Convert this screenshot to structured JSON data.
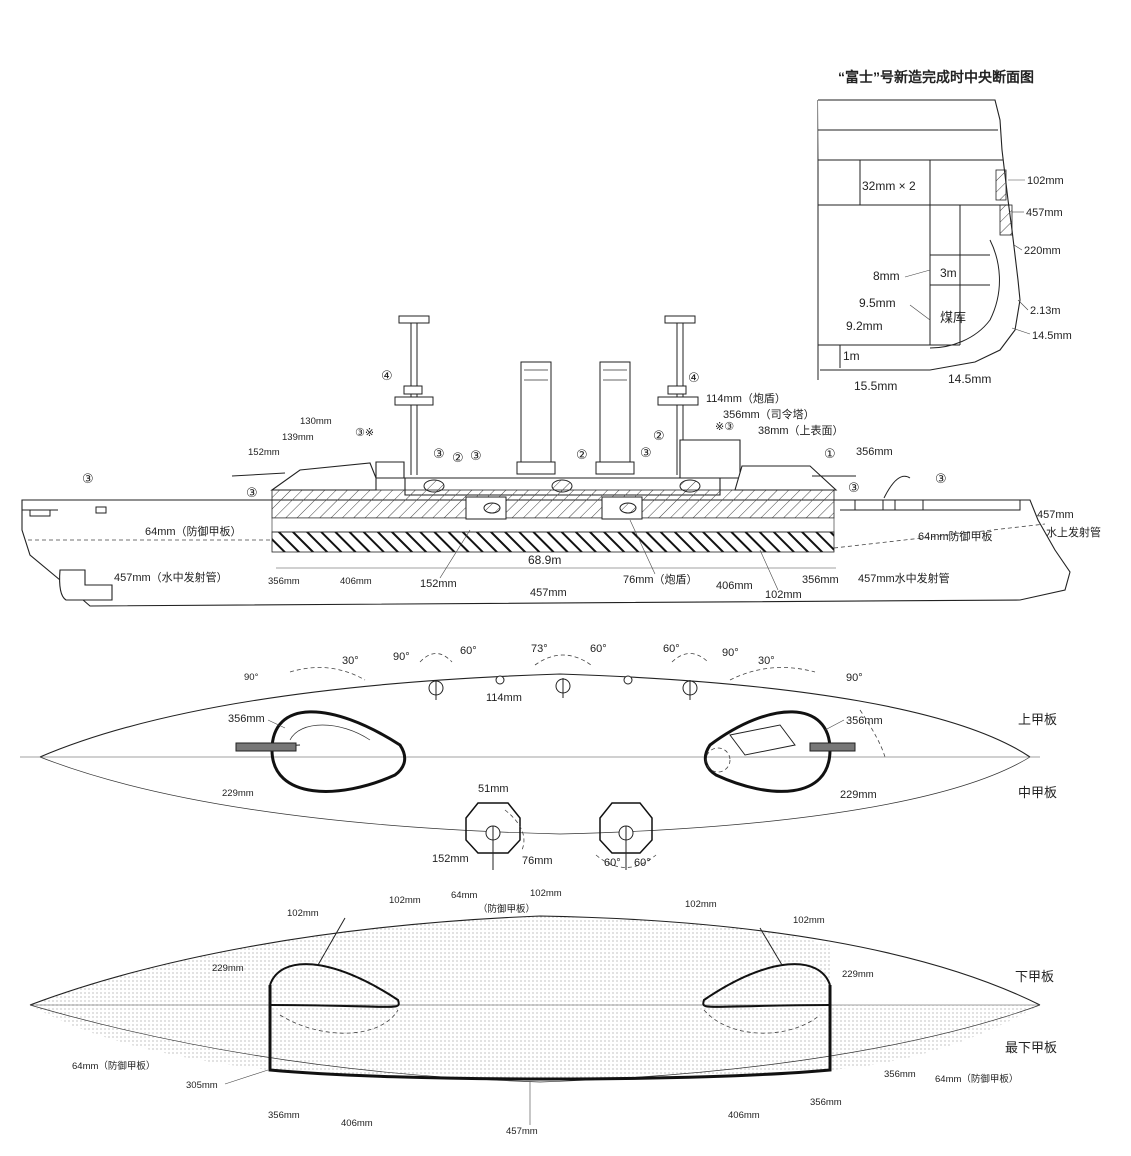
{
  "section": {
    "title": "“富士”号新造完成时中央断面图",
    "labels": {
      "l_32x2": "32mm × 2",
      "l_102": "102mm",
      "l_457": "457mm",
      "l_220": "220mm",
      "l_8": "8mm",
      "l_3m": "3m",
      "l_95": "9.5mm",
      "l_coal": "煤库",
      "l_213": "2.13m",
      "l_92": "9.2mm",
      "l_145a": "14.5mm",
      "l_1m": "1m",
      "l_155": "15.5mm",
      "l_145b": "14.5mm"
    }
  },
  "profile": {
    "circled_numbers": {
      "n1": "①",
      "n2": "②",
      "n3": "③",
      "n4": "④"
    },
    "labels": {
      "l_130": "130mm",
      "l_139": "139mm",
      "l_152a": "152mm",
      "l_3x": "③※",
      "l_114": "114mm（炮盾）",
      "l_356ct": "356mm（司令塔）",
      "l_38": "38mm（上表面）",
      "l_356r": "356mm",
      "l_x3": "※③",
      "l_64a": "64mm（防御甲板）",
      "l_64b": "64mm防御甲板",
      "l_457a": "457mm",
      "l_above": "水上发射管",
      "l_68": "68.9m",
      "l_457tor": "457mm（水中发射管）",
      "l_356b": "356mm",
      "l_406": "406mm",
      "l_152b": "152mm",
      "l_457b": "457mm",
      "l_76": "76mm（炮盾）",
      "l_406b": "406mm",
      "l_102": "102mm",
      "l_356c": "356mm",
      "l_457tor2": "457mm水中发射管"
    }
  },
  "plan_upper": {
    "labels": {
      "a_90l": "90°",
      "a_30l": "30°",
      "a_90c": "90°",
      "a_60a": "60°",
      "a_73": "73°",
      "a_60b": "60°",
      "a_60c": "60°",
      "a_90d": "90°",
      "a_30r": "30°",
      "a_90r": "90°",
      "l_114": "114mm",
      "l_356l": "356mm",
      "l_356r": "356mm",
      "l_229l": "229mm",
      "l_229r": "229mm",
      "deck_upper": "上甲板",
      "deck_middle": "中甲板",
      "l_51": "51mm",
      "l_152": "152mm",
      "l_76": "76mm",
      "a_60d": "60°",
      "a_60e": "60°"
    }
  },
  "plan_lower": {
    "labels": {
      "l_102a": "102mm",
      "l_102b": "102mm",
      "l_64": "64mm",
      "l_prot": "（防御甲板）",
      "l_102c": "102mm",
      "l_102d": "102mm",
      "l_102e": "102mm",
      "l_229l": "229mm",
      "l_229r": "229mm",
      "deck_lower": "下甲板",
      "deck_lowest": "最下甲板",
      "l_64l": "64mm（防御甲板）",
      "l_305": "305mm",
      "l_356l": "356mm",
      "l_406l": "406mm",
      "l_457": "457mm",
      "l_406r": "406mm",
      "l_356r": "356mm",
      "l_356rr": "356mm",
      "l_64r": "64mm（防御甲板）"
    }
  }
}
